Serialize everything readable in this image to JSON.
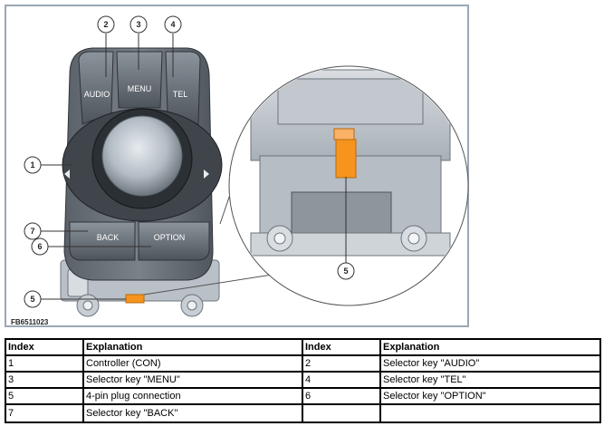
{
  "figure": {
    "id": "FB6511023",
    "keys": {
      "audio": "AUDIO",
      "menu": "MENU",
      "tel": "TEL",
      "back": "BACK",
      "option": "OPTION"
    },
    "callouts": {
      "c1": "1",
      "c2": "2",
      "c3": "3",
      "c4": "4",
      "c5": "5",
      "c6": "6",
      "c7": "7",
      "c5detail": "5"
    }
  },
  "table": {
    "headers": [
      "Index",
      "Explanation",
      "Index",
      "Explanation"
    ],
    "rows": [
      [
        "1",
        "Controller (CON)",
        "2",
        "Selector key \"AUDIO\""
      ],
      [
        "3",
        "Selector key \"MENU\"",
        "4",
        "Selector key \"TEL\""
      ],
      [
        "5",
        "4-pin plug connection",
        "6",
        "Selector key \"OPTION\""
      ],
      [
        "7",
        "Selector key \"BACK\"",
        "",
        ""
      ]
    ]
  },
  "colors": {
    "plug": "#f7941d",
    "frame": "#9aa7b5"
  }
}
